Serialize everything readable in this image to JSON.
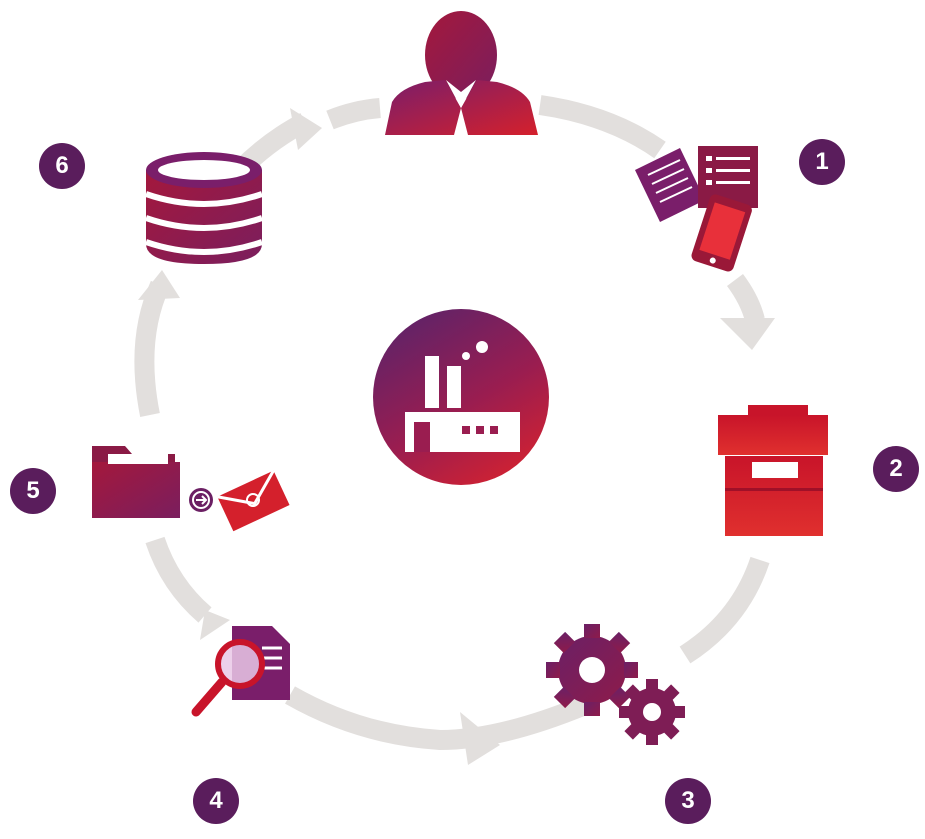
{
  "colors": {
    "purple": "#6b1f63",
    "deep_purple": "#5a1d5c",
    "crimson": "#9c1638",
    "red": "#d4202c",
    "arrow_gray": "#e2dfdd"
  },
  "center": {
    "icon": "factory-icon"
  },
  "steps": [
    {
      "number": "1",
      "icon": "documents-and-mobile-icon"
    },
    {
      "number": "2",
      "icon": "multifunction-printer-icon"
    },
    {
      "number": "3",
      "icon": "gears-icon"
    },
    {
      "number": "4",
      "icon": "document-search-icon"
    },
    {
      "number": "5",
      "icon": "folder-and-email-icon"
    },
    {
      "number": "6",
      "icon": "database-icon"
    }
  ],
  "top": {
    "icon": "user-icon"
  }
}
